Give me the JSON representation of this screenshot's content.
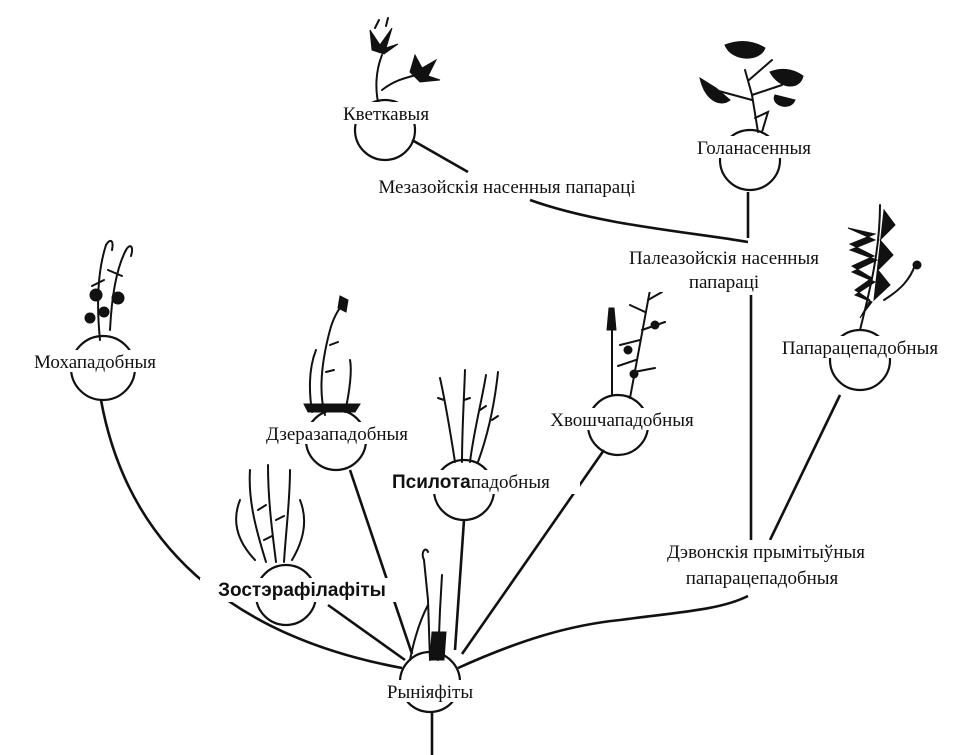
{
  "diagram": {
    "nodes": {
      "kvetkavyya": "Кветкавыя",
      "golanasennyya": "Голанасенныя",
      "mezazoiskiya": "Мезазойскія насенныя папараці",
      "paleazoiskiya_line1": "Палеазойскія насенныя",
      "paleazoiskiya_line2": "папараці",
      "mokhapadobnyya": "Мохападобныя",
      "paparatsepadobnyya": "Папарацепадобныя",
      "dzerazapadobnyya": "Дзеразападобныя",
      "khvashchapadobnyya": "Хвошчападобныя",
      "psilota_bold": "Псилота",
      "psilota_rest": "падобныя",
      "zosterafilafity": "Зостэрафілафіты",
      "devonskiya_line1": "Дэвонскія прымітыўныя",
      "devonskiya_line2": "папарацепадобныя",
      "riniyafity": "Рыніяфіты"
    },
    "icons": [
      "flower-plant",
      "ginkgo-plant",
      "moss-plant",
      "fern-plant",
      "club-moss-plant",
      "horsetail-plant",
      "psilotum-plant",
      "zosterophyll-plant",
      "rhynia-plant"
    ]
  }
}
